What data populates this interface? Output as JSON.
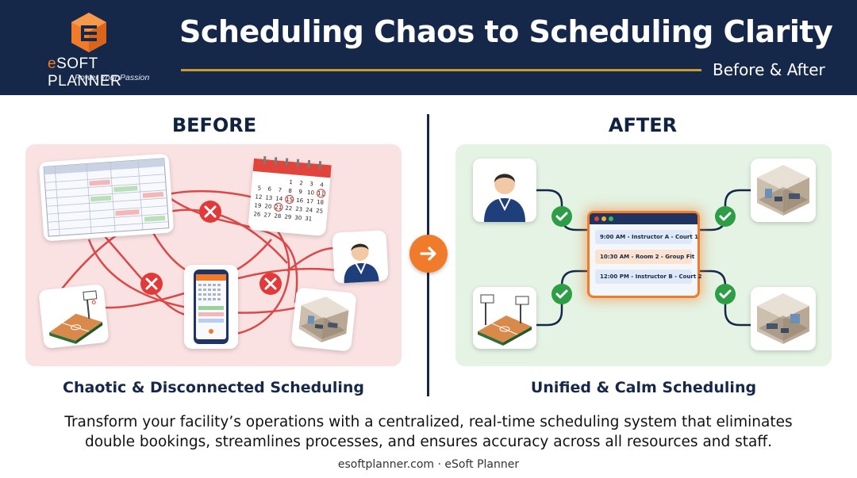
{
  "header": {
    "logo_name_e": "e",
    "logo_name_rest": "SOFT PLANNER",
    "logo_tagline": "Power Your Passion",
    "title": "Scheduling Chaos  to Scheduling Clarity",
    "subtitle": "Before & After"
  },
  "before": {
    "heading": "BEFORE",
    "caption": "Chaotic & Disconnected Scheduling",
    "calendar_numbers": [
      "1",
      "2",
      "3",
      "4",
      "5",
      "6",
      "7",
      "8",
      "9",
      "10",
      "11",
      "12",
      "13",
      "14",
      "15",
      "16",
      "17",
      "18",
      "19",
      "20",
      "21",
      "22",
      "23",
      "24",
      "25",
      "26",
      "27",
      "28",
      "29",
      "30",
      "31"
    ]
  },
  "after": {
    "heading": "AFTER",
    "caption": "Unified & Calm Scheduling",
    "schedule": [
      "9:00 AM - Instructor A - Court 1",
      "10:30 AM - Room 2 - Group Fit",
      "12:00 PM - Instructor B - Court 2"
    ]
  },
  "description_line1": "Transform your facility’s operations with a centralized, real-time scheduling system that eliminates",
  "description_line2": "double bookings, streamlines processes, and ensures accuracy across all resources and staff.",
  "footer": "esoftplanner.com · eSoft Planner",
  "colors": {
    "navy": "#15284a",
    "orange": "#f07b2a",
    "gold": "#c99a2e",
    "before_bg": "#fbe2e2",
    "after_bg": "#e4f3e3",
    "error_red": "#e03a3a",
    "check_green": "#2e9e46"
  },
  "icons": [
    "spreadsheet-icon",
    "calendar-icon",
    "instructor-icon",
    "basketball-court-icon",
    "mobile-app-icon",
    "room-icon",
    "error-x-icon",
    "check-icon",
    "arrow-right-icon"
  ]
}
